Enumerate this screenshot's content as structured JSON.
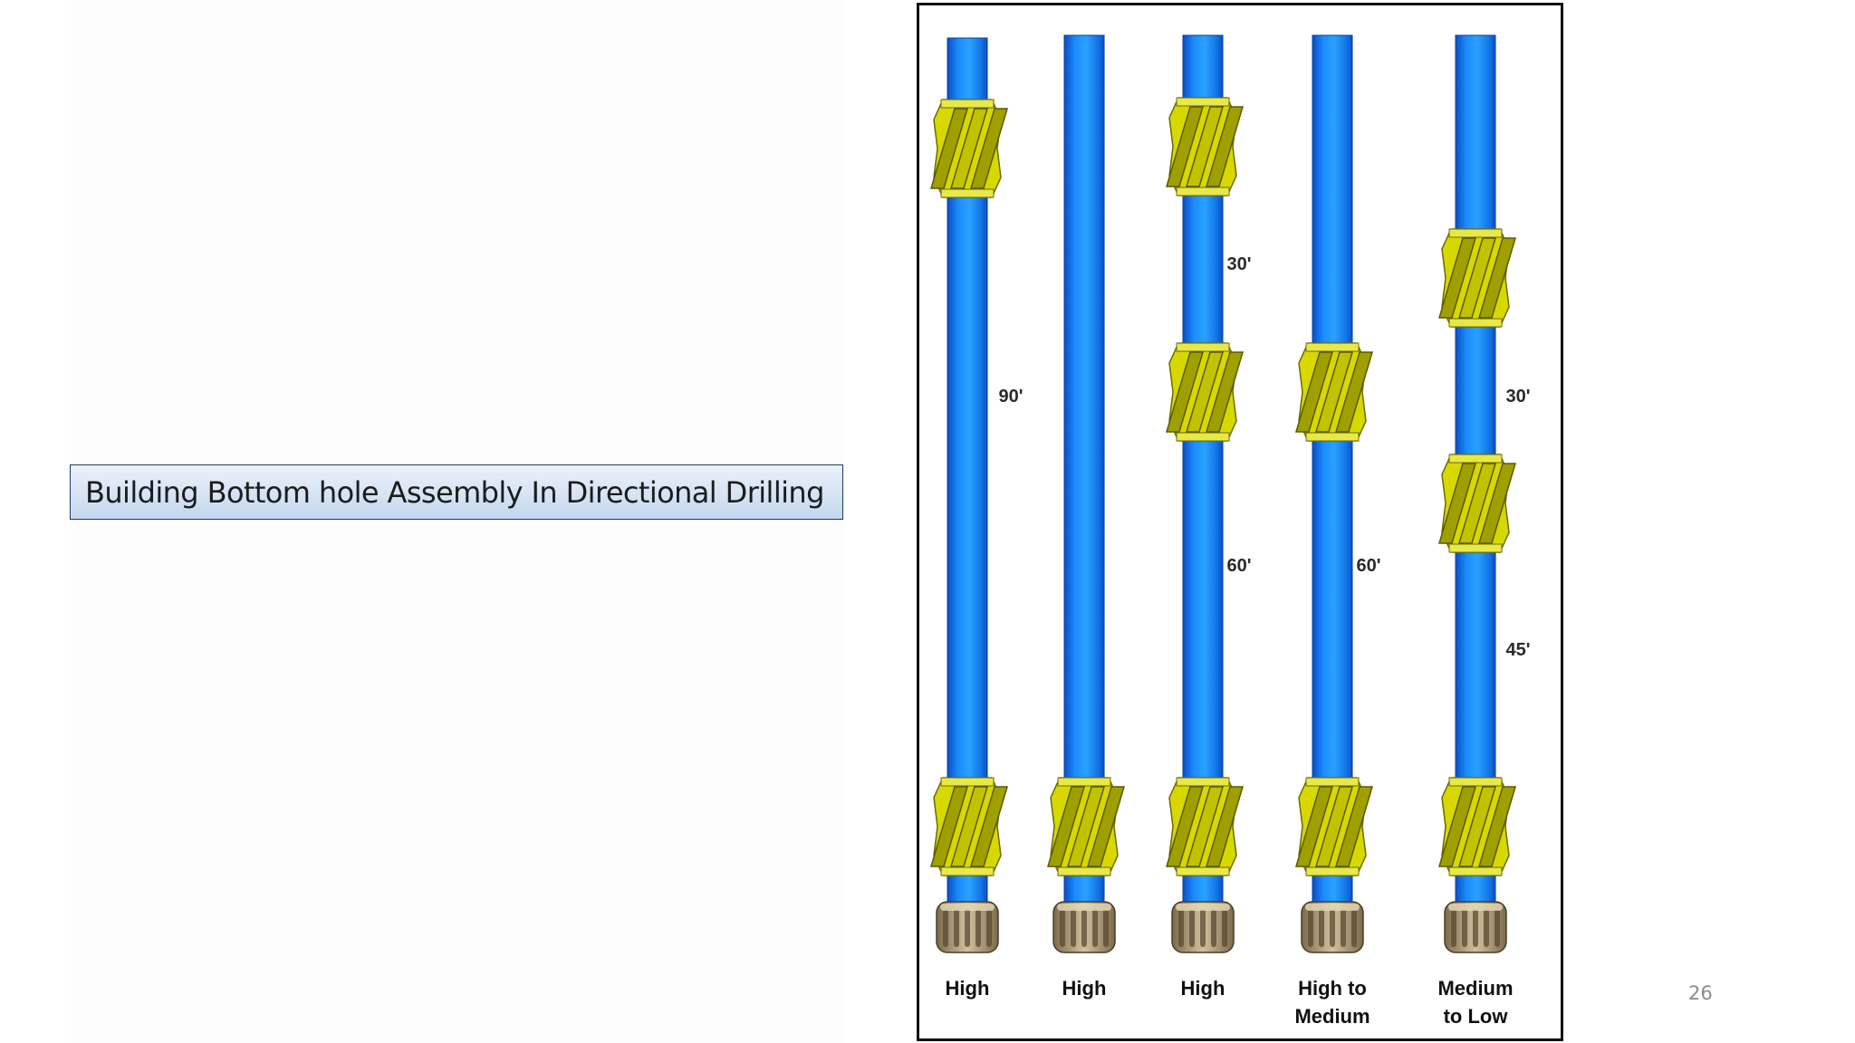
{
  "slide": {
    "title": "Building Bottom hole Assembly In Directional Drilling",
    "page_number": "26"
  },
  "colors": {
    "pipe": "#1e8fff",
    "stabilizer": "#d8d800",
    "frame": "#111111"
  },
  "assemblies": [
    {
      "id": "a1",
      "label_line1": "High",
      "label_line2": "",
      "stabilizers": 2,
      "spacings": [
        "90'"
      ]
    },
    {
      "id": "a2",
      "label_line1": "High",
      "label_line2": "",
      "stabilizers": 1,
      "spacings": []
    },
    {
      "id": "a3",
      "label_line1": "High",
      "label_line2": "",
      "stabilizers": 3,
      "spacings": [
        "30'",
        "60'"
      ]
    },
    {
      "id": "a4",
      "label_line1": "High to",
      "label_line2": "Medium",
      "stabilizers": 2,
      "spacings": [
        "60'"
      ]
    },
    {
      "id": "a5",
      "label_line1": "Medium",
      "label_line2": "to Low",
      "stabilizers": 3,
      "spacings": [
        "30'",
        "45'"
      ]
    }
  ]
}
